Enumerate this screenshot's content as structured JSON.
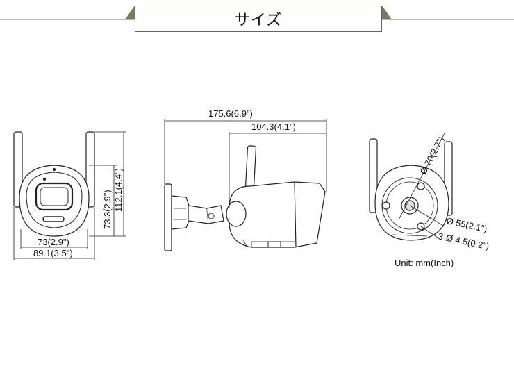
{
  "header": {
    "title": "サイズ"
  },
  "front_view": {
    "width_inner": "73(2.9\")",
    "width_outer": "89.1(3.5\")",
    "height_inner": "73.3(2.9\")",
    "height_outer": "112.1(4.4\")"
  },
  "side_view": {
    "length_total": "175.6(6.9\")",
    "length_body": "104.3(4.1\")"
  },
  "base_view": {
    "diameter_outer": "Ø 70(2.7\")",
    "diameter_inner": "Ø 55(2.1\")",
    "holes": "3-Ø 4.5(0.2\")"
  },
  "unit_label": "Unit: mm(Inch)",
  "colors": {
    "banner_border": "#5a6a55",
    "banner_triangle": "#6e7f5f",
    "line": "#222222"
  }
}
